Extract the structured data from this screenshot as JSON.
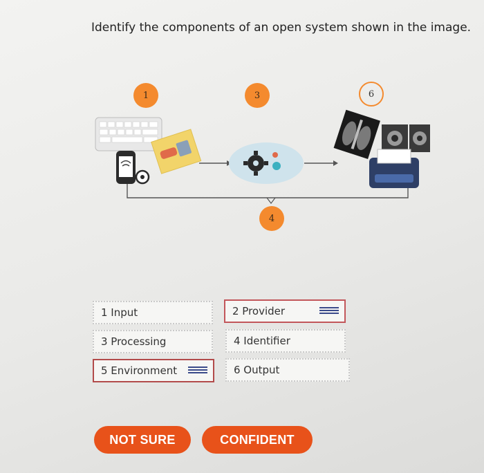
{
  "question": "Identify the components of an open system shown in the image.",
  "diagram": {
    "badges": [
      "1",
      "3",
      "6",
      "4"
    ]
  },
  "chips": [
    {
      "label": "1 Input"
    },
    {
      "label": "2 Provider"
    },
    {
      "label": "3 Processing"
    },
    {
      "label": "4 Identifier"
    },
    {
      "label": "5 Environment"
    },
    {
      "label": "6 Output"
    }
  ],
  "buttons": {
    "not_sure": "NOT SURE",
    "confident": "CONFIDENT"
  },
  "colors": {
    "accent": "#e8521a",
    "badge": "#f48a2e",
    "handle": "#3a4a8a"
  }
}
